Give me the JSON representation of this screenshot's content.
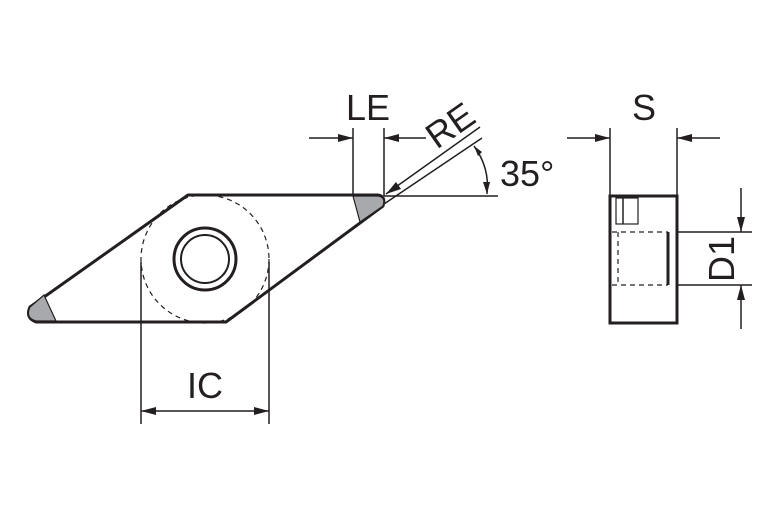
{
  "labels": {
    "le": "LE",
    "re": "RE",
    "angle": "35°",
    "ic": "IC",
    "s": "S",
    "d1": "D1"
  },
  "colors": {
    "line": "#231f20",
    "tip": "#a7a9ac",
    "background": "#ffffff"
  }
}
